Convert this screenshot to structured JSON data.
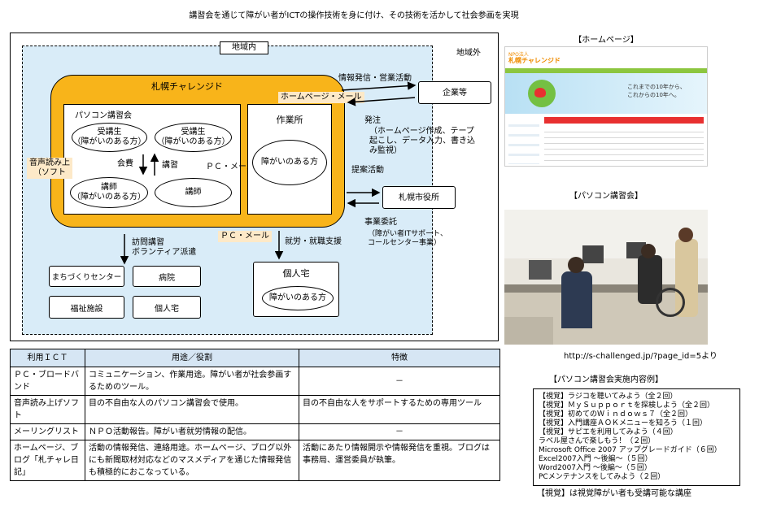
{
  "title": "講習会を通じて障がい者がICTの操作技術を身に付け、その技術を活かして社会参画を実現",
  "diagram": {
    "region_inside": "地域内",
    "region_outside": "地域外",
    "org": "札幌チャレンジド",
    "pc_course": "パソコン講習会",
    "student1": "受講生\n（障がいのある方）",
    "student2": "受講生\n（障がいのある方）",
    "lecturer1": "講師\n（障がいのある方）",
    "lecturer2": "講師",
    "fee": "会費",
    "lecture": "講習",
    "voice": "音声読み上\n（ソフト",
    "pc_mail_inner": "ＰＣ・メール",
    "workshop": "作業所",
    "workshop_person": "障がいのある方",
    "company": "企業等",
    "info_sales": "情報発信・営業活動",
    "hp_mail": "ホームページ・メール",
    "order": "発注",
    "order_detail": "（ホームページ作成、テープ\n起こし、データ入力、書き込\nみ監視）",
    "proposal": "提案活動",
    "city": "札幌市役所",
    "commission": "事業委託",
    "commission_detail": "（障がい者ITサポート、\nコールセンター事業）",
    "visit": "訪問講習\nボランティア派遣",
    "pc_mail_bottom": "ＰＣ・メール",
    "employment": "就労・就職支援",
    "home": "個人宅",
    "home_person": "障がいのある方",
    "sites": [
      "まちづくりセンター",
      "病院",
      "福祉施設",
      "個人宅"
    ]
  },
  "table": {
    "headers": [
      "利用ＩＣＴ",
      "用途／役割",
      "特徴"
    ],
    "rows": [
      [
        "ＰＣ・ブロードバンド",
        "コミュニケーション、作業用途。障がい者が社会参画するためのツール。",
        "－"
      ],
      [
        "音声読み上げソフト",
        "目の不自由な人のパソコン講習会で使用。",
        "目の不自由な人をサポートするための専用ツール"
      ],
      [
        "メーリングリスト",
        "ＮＰＯ活動報告。障がい者就労情報の配信。",
        "－"
      ],
      [
        "ホームページ、ブログ「札チャレ日記」",
        "活動の情報発信、連絡用途。ホームページ、ブログ以外にも新聞取材対応などのマスメディアを通じた情報発信も積極的におこなっている。",
        "活動にあたり情報開示や情報発信を重視。ブログは事務局、運営委員が執筆。"
      ]
    ]
  },
  "right": {
    "hp_label": "【ホームページ】",
    "hp_org": "札幌チャレンジド",
    "hp_npo": "NPO法人",
    "hp_slogan1": "これまでの10年から、",
    "hp_slogan2": "これからの10年へ。",
    "pc_label": "【パソコン講習会】",
    "source": "http://s-challenged.jp/?page_id=5より",
    "examples_label": "【パソコン講習会実施内容例】",
    "examples": [
      "【視覚】ラジコを聴いてみよう（全２回）",
      "【視覚】ＭｙＳｕｐｐｏｒｔを探検しよう（全２回）",
      "【視覚】初めてのＷｉｎｄｏｗｓ７（全２回）",
      "【視覚】入門講座ＡＯＫメニューを知ろう（１回）",
      "【視覚】サピエを利用してみよう（４回）",
      "ラベル屋さんで楽しもう！（２回）",
      "Microsoft Office 2007 アップグレードガイド（６回）",
      "Excel2007入門 ～後編～（５回）",
      "Word2007入門 ～後編～（５回）",
      "PCメンテナンスをしてみよう（２回）"
    ],
    "note": "【視覚】は視覚障がい者も受講可能な講座"
  },
  "colors": {
    "orange": "#f8b41a",
    "lightblue": "#d9ecf8",
    "peach": "#fde9c8",
    "table_header": "#d6e6f4"
  }
}
